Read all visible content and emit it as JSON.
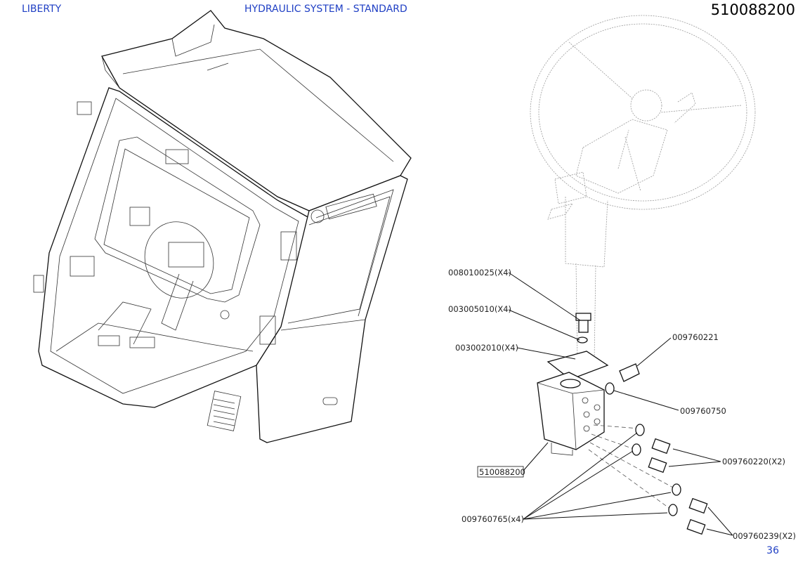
{
  "header": {
    "brand": "LIBERTY",
    "system_title": "HYDRAULIC SYSTEM - STANDARD",
    "part_number": "510088200"
  },
  "footer": {
    "page_number": "36"
  },
  "callouts": {
    "bolt": "008010025(X4)",
    "washer_1": "003005010(X4)",
    "washer_2": "003002010(X4)",
    "fitting_top": "009760221",
    "oring_top": "009760750",
    "fitting_pair_1": "009760220(X2)",
    "steering_unit": "510088200",
    "seals": "009760765(x4)",
    "fitting_pair_2": "009760239(X2)"
  },
  "colors": {
    "header_text": "#1f3fc4",
    "line": "#111111",
    "ghost_line": "#9a9a9a"
  }
}
